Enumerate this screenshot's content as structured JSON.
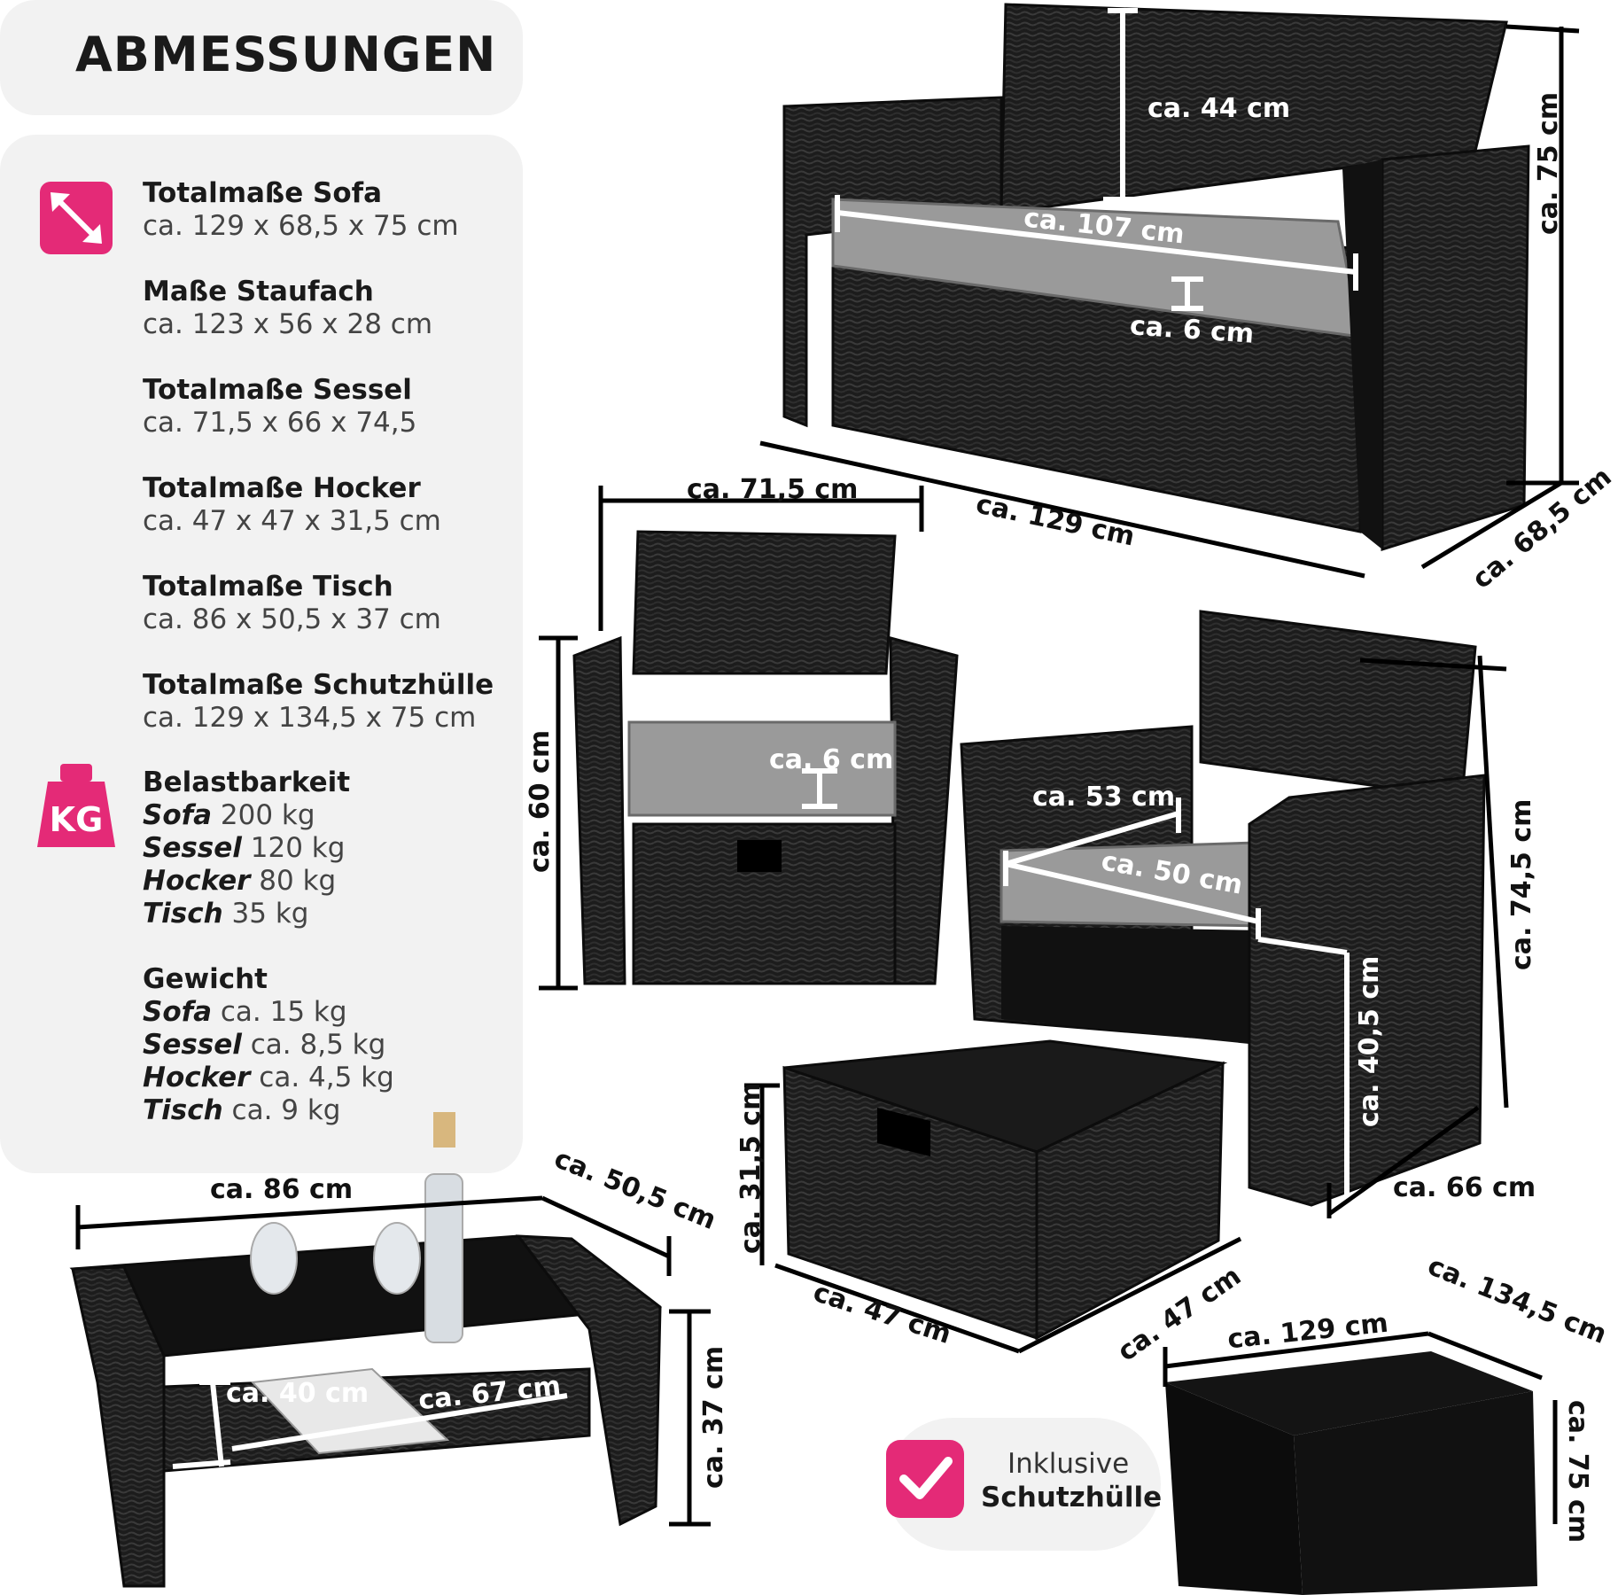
{
  "header": {
    "title": "ABMESSUNGEN"
  },
  "specs": [
    {
      "head": "Totalmaße Sofa",
      "value": "ca. 129 x 68,5 x 75 cm"
    },
    {
      "head": "Maße Staufach",
      "value": "ca. 123 x 56 x 28 cm"
    },
    {
      "head": "Totalmaße Sessel",
      "value": "ca. 71,5 x 66 x 74,5"
    },
    {
      "head": "Totalmaße Hocker",
      "value": "ca. 47 x 47 x 31,5 cm"
    },
    {
      "head": "Totalmaße Tisch",
      "value": "ca. 86 x 50,5 x 37 cm"
    },
    {
      "head": "Totalmaße Schutzhülle",
      "value": "ca. 129 x 134,5 x 75 cm"
    }
  ],
  "load": {
    "head": "Belastbarkeit",
    "icon_text": "KG",
    "items": [
      {
        "name": "Sofa",
        "value": " 200 kg"
      },
      {
        "name": "Sessel",
        "value": " 120 kg"
      },
      {
        "name": "Hocker",
        "value": " 80 kg"
      },
      {
        "name": "Tisch",
        "value": " 35 kg"
      }
    ]
  },
  "weight": {
    "head": "Gewicht",
    "items": [
      {
        "name": "Sofa",
        "value": " ca. 15 kg"
      },
      {
        "name": "Sessel",
        "value": " ca. 8,5 kg"
      },
      {
        "name": "Hocker",
        "value": " ca. 4,5 kg"
      },
      {
        "name": "Tisch",
        "value": " ca. 9 kg"
      }
    ]
  },
  "dimensions": {
    "sofa_back": "ca. 44 cm",
    "sofa_seat_width": "ca. 107 cm",
    "sofa_cushion": "ca. 6 cm",
    "sofa_height": "ca. 75 cm",
    "sofa_width": "ca. 129 cm",
    "sofa_depth": "ca. 68,5 cm",
    "chair_width": "ca. 71,5 cm",
    "chair_seat_height": "ca. 60 cm",
    "chair_cushion": "ca. 6 cm",
    "chair2_seat_depth": "ca. 53 cm",
    "chair2_seat_width": "ca. 50 cm",
    "chair2_height": "ca. 74,5 cm",
    "chair2_seat_level": "ca. 40,5 cm",
    "chair2_depth": "ca. 66 cm",
    "stool_height": "ca. 31,5 cm",
    "stool_width": "ca. 47 cm",
    "stool_depth": "ca. 47 cm",
    "table_width": "ca. 86 cm",
    "table_depth": "ca. 50,5 cm",
    "table_height": "ca. 37 cm",
    "table_shelf_depth": "ca. 40 cm",
    "table_shelf_width": "ca. 67 cm",
    "cover_width": "ca. 129 cm",
    "cover_depth": "ca. 134,5 cm",
    "cover_height": "ca. 75 cm"
  },
  "badge": {
    "line1": "Inklusive",
    "line2": "Schutzhülle",
    "icon": "check-icon"
  },
  "colors": {
    "accent": "#e42a77",
    "panel": "#f2f2f2",
    "rattan": "#1c1c1c",
    "cushion": "#9a9a9a"
  }
}
